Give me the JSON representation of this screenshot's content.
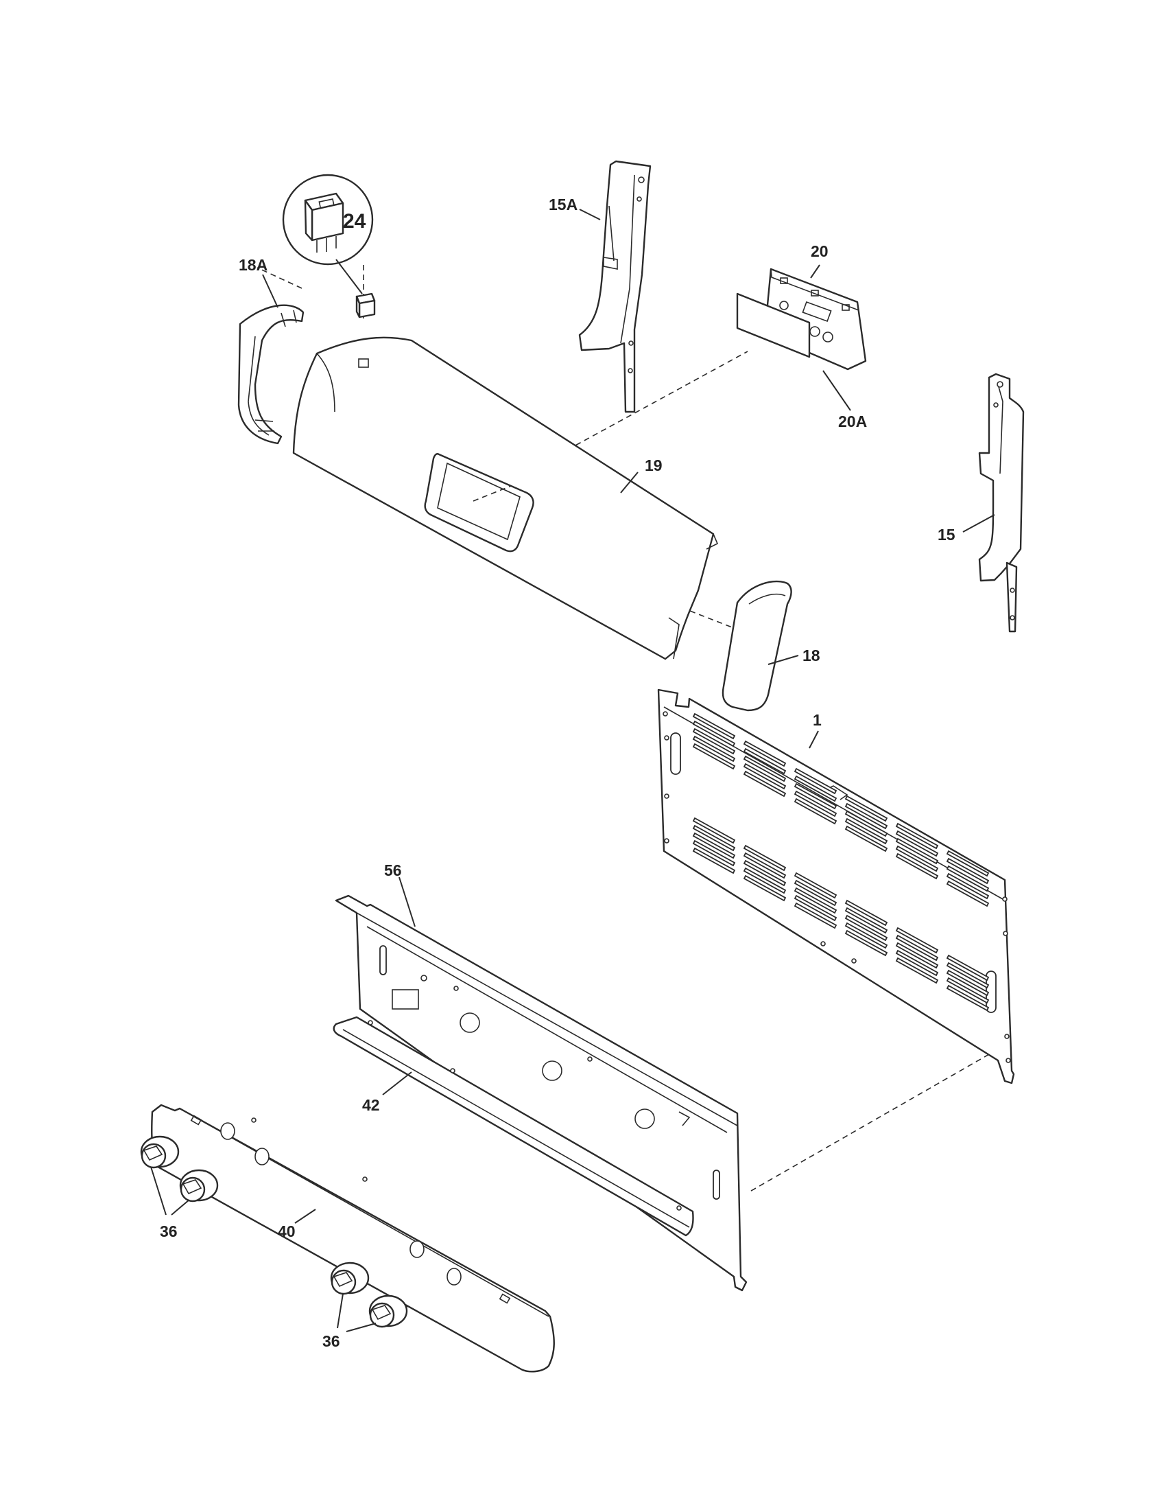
{
  "diagram": {
    "callouts": {
      "c1": "1",
      "c15": "15",
      "c15A": "15A",
      "c18": "18",
      "c18A": "18A",
      "c19": "19",
      "c20": "20",
      "c20A": "20A",
      "c24": "24",
      "c36a": "36",
      "c36b": "36",
      "c40": "40",
      "c42": "42",
      "c56": "56"
    }
  }
}
